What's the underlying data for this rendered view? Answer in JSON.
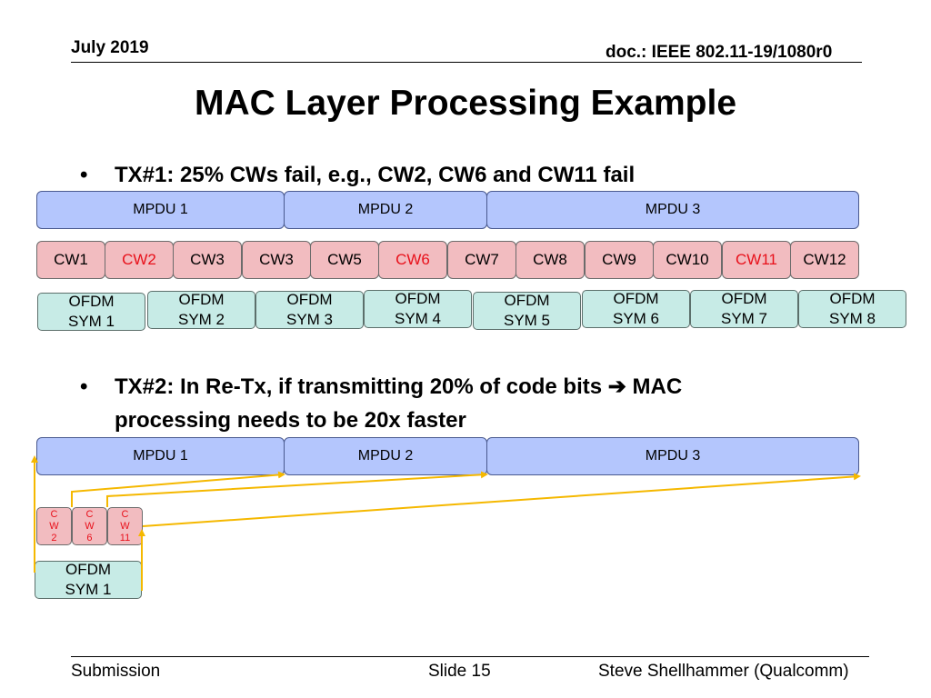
{
  "header": {
    "date": "July 2019",
    "doc": "doc.: IEEE 802.11-19/1080r0"
  },
  "title": "MAC Layer Processing Example",
  "tx1": {
    "bullet": "•",
    "text": "TX#1: 25% CWs fail, e.g., CW2, CW6 and CW11 fail",
    "mpdus": [
      "MPDU 1",
      "MPDU 2",
      "MPDU 3"
    ],
    "codewords": [
      {
        "label": "CW1",
        "failed": false
      },
      {
        "label": "CW2",
        "failed": true
      },
      {
        "label": "CW3",
        "failed": false
      },
      {
        "label": "CW3",
        "failed": false
      },
      {
        "label": "CW5",
        "failed": false
      },
      {
        "label": "CW6",
        "failed": true
      },
      {
        "label": "CW7",
        "failed": false
      },
      {
        "label": "CW8",
        "failed": false
      },
      {
        "label": "CW9",
        "failed": false
      },
      {
        "label": "CW10",
        "failed": false
      },
      {
        "label": "CW11",
        "failed": true
      },
      {
        "label": "CW12",
        "failed": false
      }
    ],
    "ofdm_symbols": [
      [
        "OFDM",
        "SYM 1"
      ],
      [
        "OFDM",
        "SYM 2"
      ],
      [
        "OFDM",
        "SYM 3"
      ],
      [
        "OFDM",
        "SYM 4"
      ],
      [
        "OFDM",
        "SYM 5"
      ],
      [
        "OFDM",
        "SYM 6"
      ],
      [
        "OFDM",
        "SYM 7"
      ],
      [
        "OFDM",
        "SYM 8"
      ]
    ]
  },
  "tx2": {
    "bullet": "•",
    "text_part1": "TX#2: In Re-Tx, if transmitting 20% of code bits",
    "arrow": "➔",
    "text_part2": "MAC",
    "text_line2": "processing needs to be 20x faster",
    "mpdus": [
      "MPDU 1",
      "MPDU 2",
      "MPDU 3"
    ],
    "retx_codewords": [
      [
        "C",
        "W",
        "2"
      ],
      [
        "C",
        "W",
        "6"
      ],
      [
        "C",
        "W",
        "11"
      ]
    ],
    "ofdm_symbol": [
      "OFDM",
      "SYM 1"
    ],
    "arrow_color": "#f5b800"
  },
  "footer": {
    "left": "Submission",
    "center": "Slide 15",
    "right": "Steve Shellhammer (Qualcomm)"
  }
}
